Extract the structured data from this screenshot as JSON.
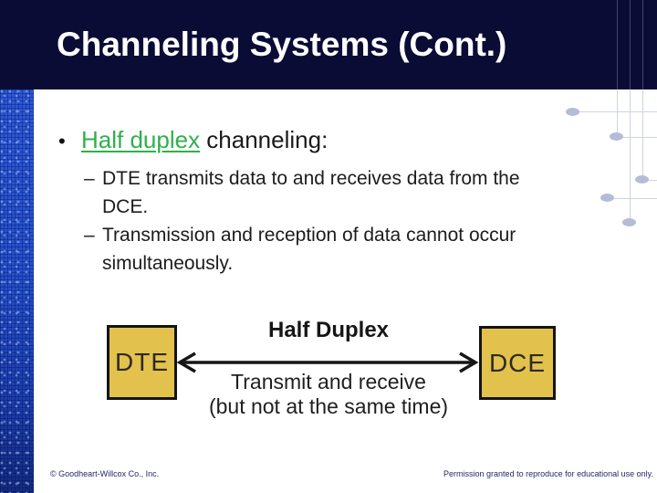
{
  "title": "Channeling Systems (Cont.)",
  "bullets": {
    "marker": "•",
    "term": "Half duplex",
    "rest": " channeling:",
    "sub_marker": "–",
    "items": [
      {
        "lines": [
          "DTE transmits data to and receives data from the",
          "DCE."
        ]
      },
      {
        "lines": [
          "Transmission and reception of data cannot occur",
          "simultaneously."
        ]
      }
    ]
  },
  "diagram": {
    "title": "Half Duplex",
    "left_box_label": "DTE",
    "right_box_label": "DCE",
    "caption_lines": [
      "Transmit and receive",
      "(but not at the same time)"
    ],
    "arrow": "double-headed-arrow"
  },
  "footer": {
    "left": "© Goodheart-Willcox Co., Inc.",
    "right": "Permission granted to reproduce for educational use only."
  },
  "colors": {
    "title_bar_bg": "#0a0c36",
    "title_text": "#ffffff",
    "sidebar_blue": "#2450cf",
    "term_green": "#2fb04c",
    "body_text": "#1c1c1c",
    "diagram_box_fill": "#e2c24d",
    "diagram_box_border": "#141414",
    "decor_line": "#cdd3e3",
    "decor_dot": "#b4bcd7",
    "footer_text": "#26266b"
  }
}
